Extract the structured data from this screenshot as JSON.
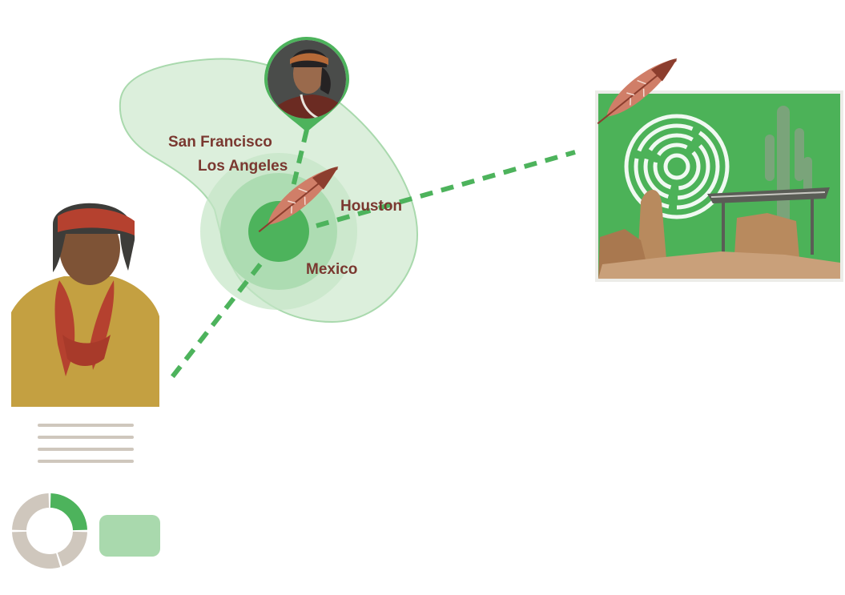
{
  "colors": {
    "accent_green": "#4db35c",
    "light_green": "#dcefdc",
    "mid_green": "#a9d9ad",
    "label_brown": "#7a3830",
    "feather": "#d07e68",
    "feather_dark": "#8c3e2e",
    "neutral_gray": "#cfc7bd",
    "photo_shirt": "#c4a041",
    "photo_bandana": "#b5412f"
  },
  "icons": {
    "map_feather": "feather-icon",
    "card_feather": "feather-icon",
    "pin": "map-pin-icon"
  },
  "map": {
    "cities": [
      {
        "name": "San Francisco"
      },
      {
        "name": "Los Angeles"
      },
      {
        "name": "Houston"
      },
      {
        "name": "Mexico"
      }
    ]
  },
  "profile_card": {
    "text_lines": 4,
    "donut_segments": [
      {
        "fraction": 0.25,
        "color": "#4db35c"
      },
      {
        "fraction": 0.2,
        "color": "#cfc7bd"
      },
      {
        "fraction": 0.3,
        "color": "#cfc7bd"
      },
      {
        "fraction": 0.25,
        "color": "#cfc7bd"
      }
    ]
  }
}
